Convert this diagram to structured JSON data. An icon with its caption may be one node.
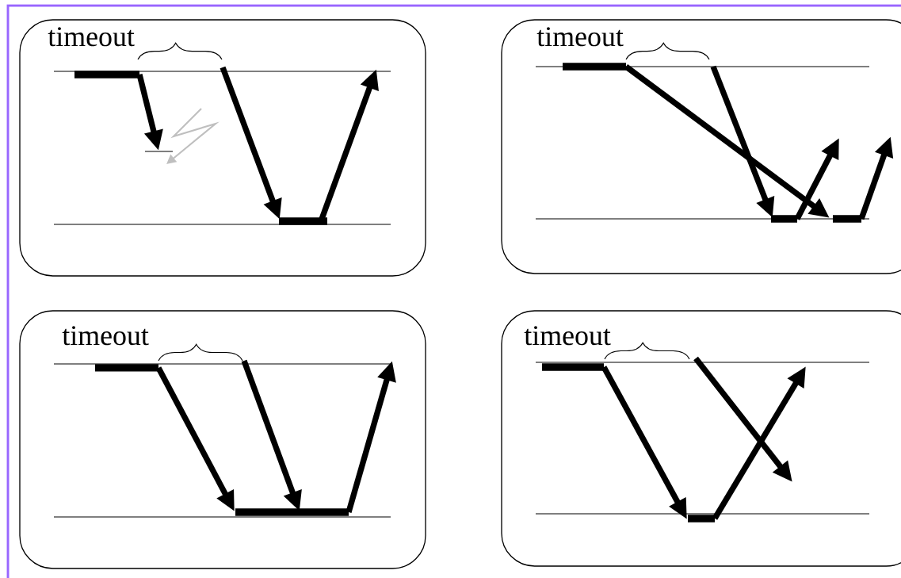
{
  "diagram": {
    "nodes": [
      {
        "text": [
          "timeout"
        ]
      },
      {
        "text": [
          "timeout"
        ]
      },
      {
        "text": [
          "timeout"
        ]
      },
      {
        "text": [
          "timeout"
        ]
      }
    ]
  }
}
